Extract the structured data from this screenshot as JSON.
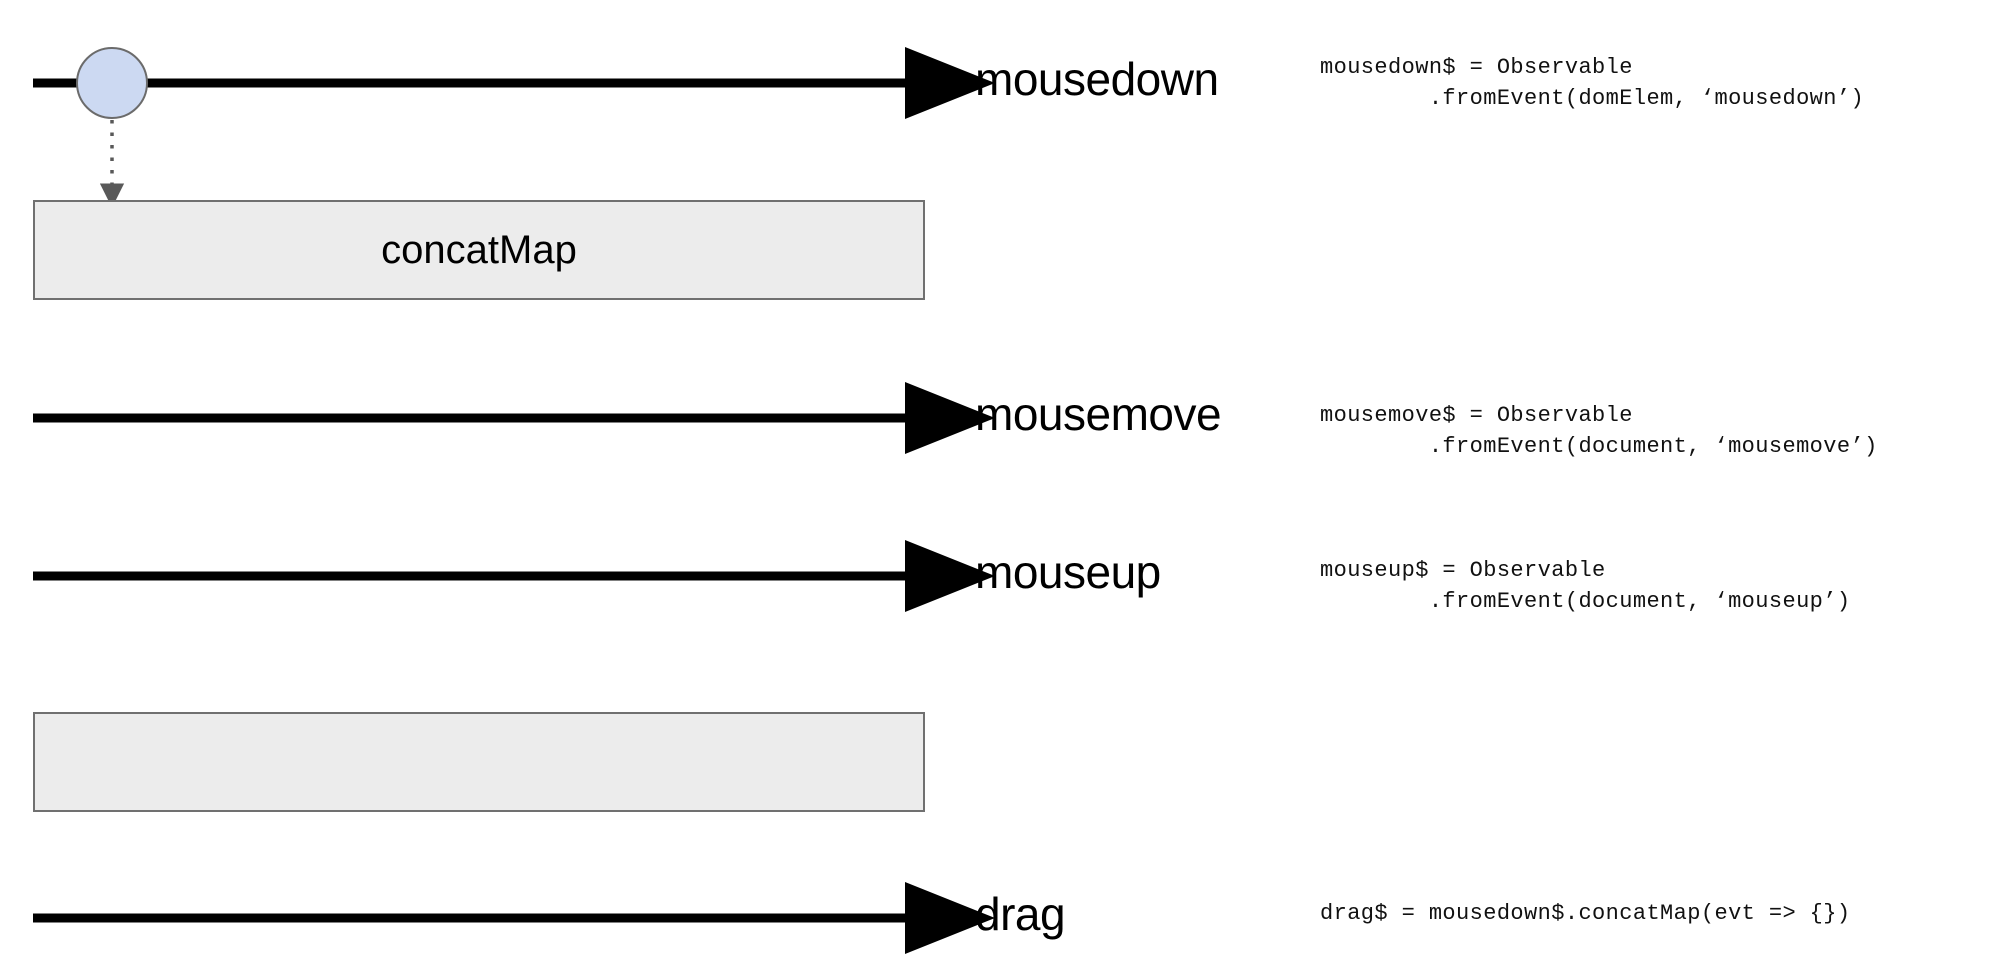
{
  "diagram": {
    "title": "RxJS drag marble diagram",
    "background_color": "#ffffff",
    "marble_fill_color": "#ccd9f2",
    "marble_stroke_color": "#6b6b6b",
    "box_fill_color": "#ececec",
    "box_stroke_color": "#707070",
    "stream_color": "#000000",
    "connector_color": "#595959"
  },
  "streams": [
    {
      "id": "mousedown",
      "label": "mousedown",
      "code": "mousedown$ = Observable\n        .fromEvent(domElem, ‘mousedown’)",
      "has_marble": true
    },
    {
      "id": "mousemove",
      "label": "mousemove",
      "code": "mousemove$ = Observable\n        .fromEvent(document, ‘mousemove’)",
      "has_marble": false
    },
    {
      "id": "mouseup",
      "label": "mouseup",
      "code": "mouseup$ = Observable\n        .fromEvent(document, ‘mouseup’)",
      "has_marble": false
    },
    {
      "id": "drag",
      "label": "drag",
      "code": "drag$ = mousedown$.concatMap(evt => {})",
      "has_marble": false
    }
  ],
  "operators": [
    {
      "id": "concatmap-top",
      "label": "concatMap"
    },
    {
      "id": "concatmap-bottom",
      "label": ""
    }
  ],
  "connectors": [
    {
      "id": "marble-to-concatmap",
      "style": "dotted",
      "from": "mousedown-marble",
      "to": "concatmap-top"
    }
  ]
}
